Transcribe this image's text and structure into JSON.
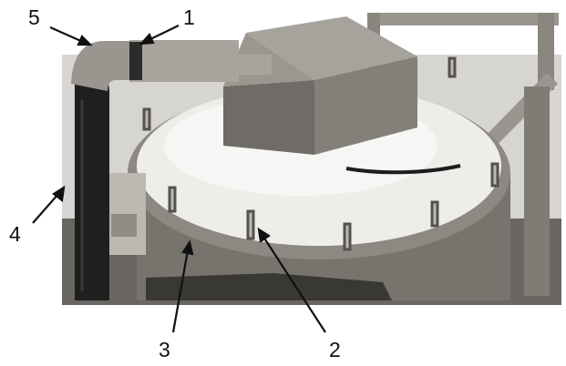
{
  "callouts": {
    "c1": "1",
    "c2": "2",
    "c3": "3",
    "c4": "4",
    "c5": "5"
  },
  "colors": {
    "background": "#ffffff",
    "photo_dark": "#2a2a2a",
    "lid": "#ededea",
    "metal": "#8e8a84",
    "box": "#7c7a76"
  }
}
